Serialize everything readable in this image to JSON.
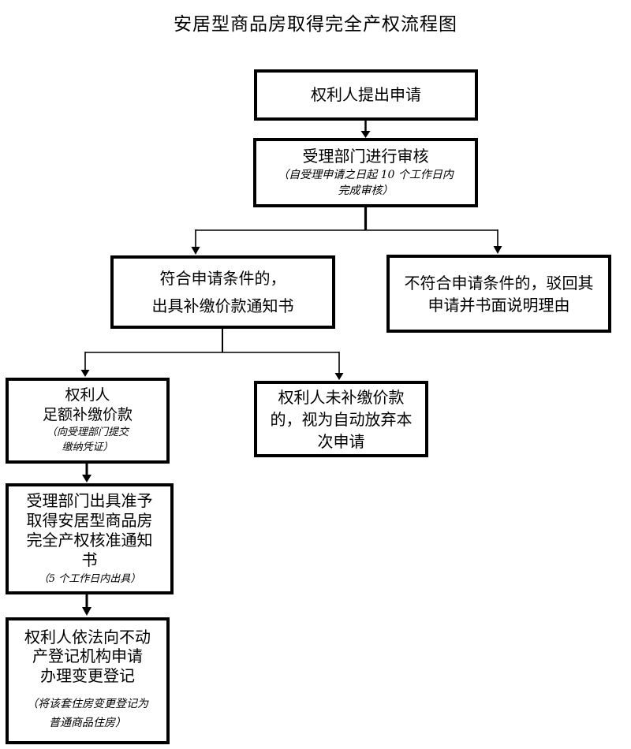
{
  "page": {
    "title": "安居型商品房取得完全产权流程图"
  },
  "colors": {
    "ink": "#000000",
    "background": "#ffffff"
  },
  "flowchart": {
    "nodes": {
      "apply": {
        "main": "权利人提出申请"
      },
      "review": {
        "main": "受理部门进行审核",
        "note": "（自受理申请之日起 10 个工作日内\n完成审核）"
      },
      "qualified": {
        "main": "符合申请条件的，\n出具补缴价款通知书"
      },
      "rejected": {
        "main": "不符合申请条件的，驳回其\n申请并书面说明理由"
      },
      "paid": {
        "main": "权利人\n足额补缴价款",
        "note": "（向受理部门提交\n缴纳凭证）"
      },
      "unpaid": {
        "main": "权利人未补缴价款\n的，视为自动放弃本\n次申请"
      },
      "approval": {
        "main": "受理部门出具准予\n取得安居型商品房\n完全产权核准通知\n书",
        "note": "（5 个工作日内出具）"
      },
      "register": {
        "main": "权利人依法向不动\n产登记机构申请\n办理变更登记",
        "note": "（将该套住房变更登记为\n普通商品住房）"
      }
    }
  }
}
